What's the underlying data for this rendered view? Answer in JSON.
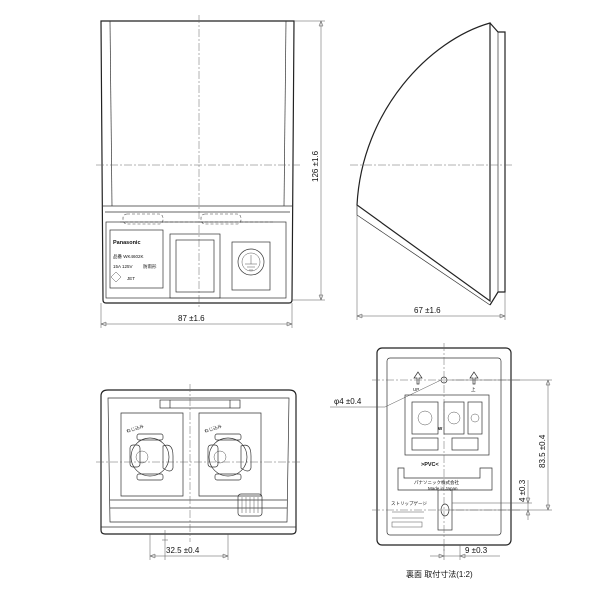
{
  "front_view": {
    "brand": "Panasonic",
    "model": "品番 WK4602K",
    "rating": "15A 125V",
    "rating_suffix": "防雨形",
    "jet_mark": "JET",
    "width_dim": "87 ±1.6",
    "height_dim": "126 ±1.6"
  },
  "side_view": {
    "depth_dim": "67 ±1.6"
  },
  "bottom_view": {
    "slot_dim": "32.5 ±0.4",
    "outlet_left_label": "ねじ込み",
    "outlet_right_label": "ねじ込み"
  },
  "rear_view": {
    "hole_dim": "φ4 ±0.4",
    "up_label": "UP",
    "up_symbol": "上",
    "pvc_label": ">PVC<",
    "maker_label": "パナソニック株式会社",
    "country": "Made in Japan",
    "strip_gauge": "ストリップゲージ",
    "height_dim": "83.5 ±0.4",
    "offset_dim": "4 ±0.3",
    "bottom_dim": "9 ±0.3",
    "caption": "裏面 取付寸法(1:2)"
  }
}
